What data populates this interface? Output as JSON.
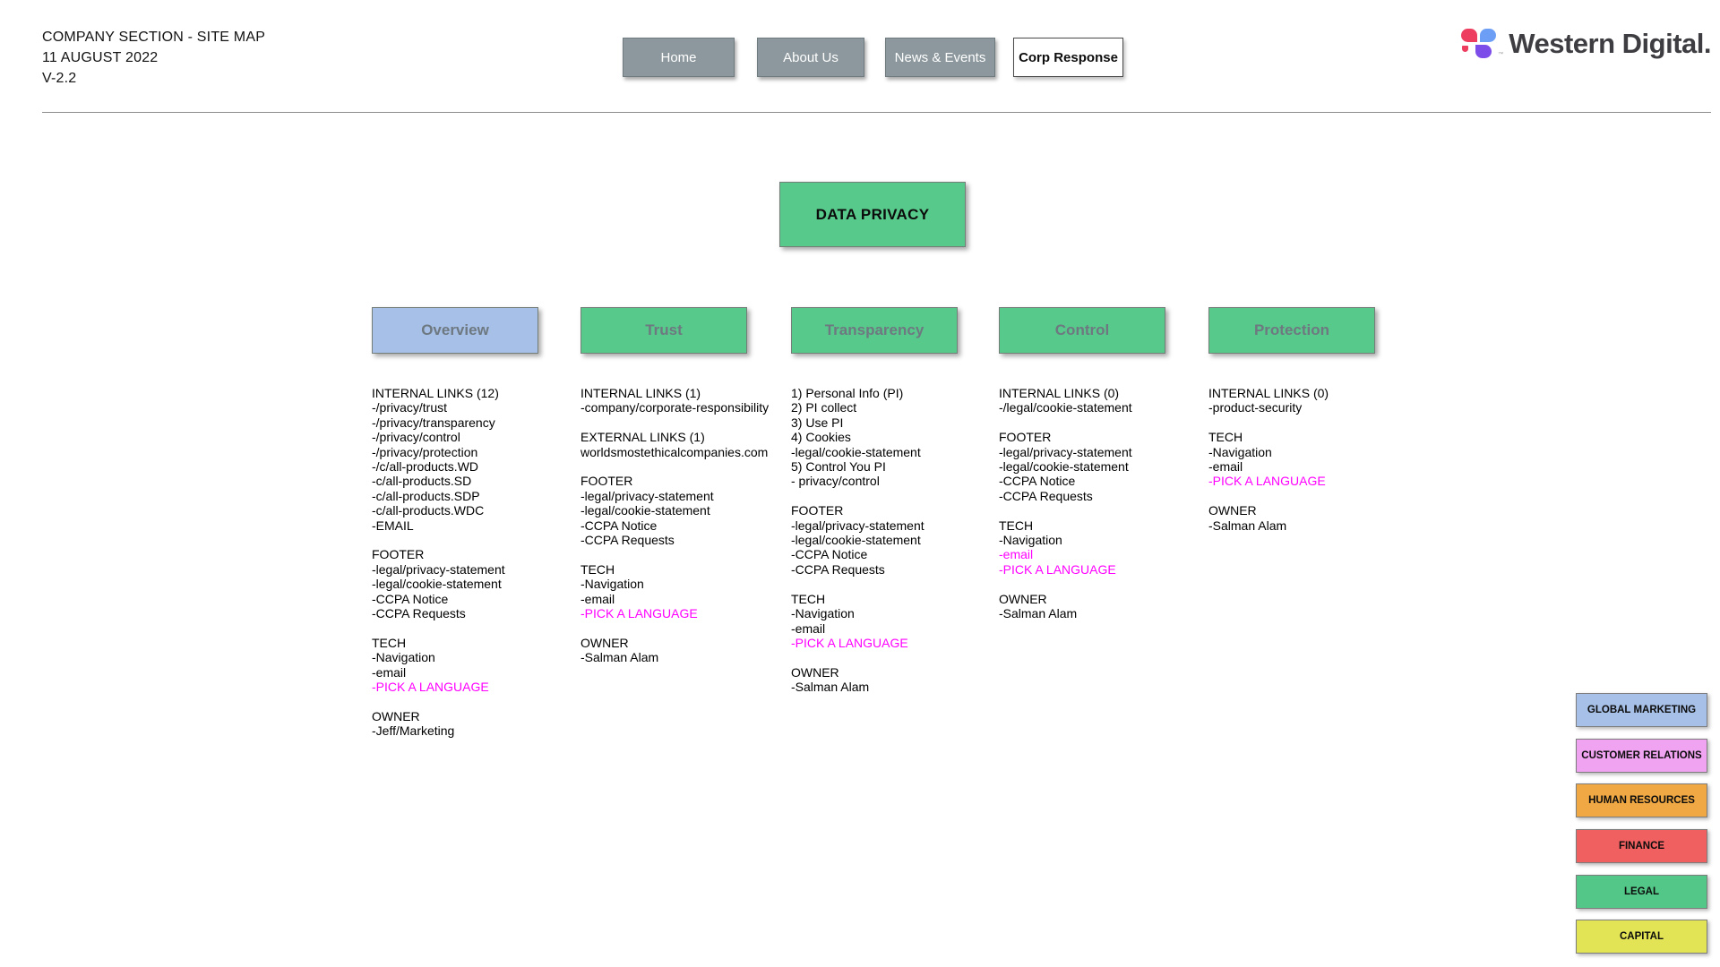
{
  "meta": {
    "title_line1": "COMPANY SECTION - SITE MAP",
    "title_line2": "11 AUGUST 2022",
    "title_line3": "V-2.2"
  },
  "nav": {
    "home": "Home",
    "about": "About Us",
    "news": "News & Events",
    "corp": "Corp Response"
  },
  "brand": {
    "name": "Western Digital.",
    "trademark": "™",
    "mark_colors": {
      "pink": "#ed3e5f",
      "blue": "#6d9ef5",
      "purple": "#7c4de8"
    }
  },
  "root_node": {
    "label": "DATA PRIVACY",
    "color": "#57c98b"
  },
  "accent": {
    "highlight_text": "#ff00ff",
    "nav_gray": "#8c989d"
  },
  "sections": [
    {
      "label": "Overview",
      "color": "#a6c0e8",
      "lines": [
        "INTERNAL LINKS (12)",
        "-/privacy/trust",
        "-/privacy/transparency",
        "-/privacy/control",
        "-/privacy/protection",
        "-/c/all-products.WD",
        "-c/all-products.SD",
        "-c/all-products.SDP",
        "-c/all-products.WDC",
        "-EMAIL",
        "",
        "FOOTER",
        "-legal/privacy-statement",
        "-legal/cookie-statement",
        "-CCPA Notice",
        "-CCPA Requests",
        "",
        "TECH",
        "-Navigation",
        "-email",
        {
          "t": "-PICK A LANGUAGE",
          "hl": true
        },
        "",
        "OWNER",
        "-Jeff/Marketing"
      ]
    },
    {
      "label": "Trust",
      "color": "#57c98b",
      "lines": [
        "INTERNAL LINKS (1)",
        "-company/corporate-responsibility",
        "",
        "EXTERNAL LINKS (1)",
        "worldsmostethicalcompanies.com",
        "",
        "FOOTER",
        "-legal/privacy-statement",
        "-legal/cookie-statement",
        "-CCPA Notice",
        "-CCPA Requests",
        "",
        "TECH",
        "-Navigation",
        "-email",
        {
          "t": "-PICK A LANGUAGE",
          "hl": true
        },
        "",
        "OWNER",
        "-Salman Alam"
      ]
    },
    {
      "label": "Transparency",
      "color": "#57c98b",
      "lines": [
        "1) Personal Info (PI)",
        "2) PI collect",
        "3) Use PI",
        "4) Cookies",
        "-legal/cookie-statement",
        "5) Control You PI",
        "- privacy/control",
        "",
        "FOOTER",
        "-legal/privacy-statement",
        "-legal/cookie-statement",
        "-CCPA Notice",
        "-CCPA Requests",
        "",
        "TECH",
        "-Navigation",
        "-email",
        {
          "t": "-PICK A LANGUAGE",
          "hl": true
        },
        "",
        "OWNER",
        "-Salman Alam"
      ]
    },
    {
      "label": "Control",
      "color": "#57c98b",
      "lines": [
        "INTERNAL LINKS (0)",
        "-/legal/cookie-statement",
        "",
        "FOOTER",
        "-legal/privacy-statement",
        "-legal/cookie-statement",
        "-CCPA Notice",
        "-CCPA Requests",
        "",
        "TECH",
        "-Navigation",
        {
          "t": "-email",
          "hl": true
        },
        {
          "t": "-PICK A LANGUAGE",
          "hl": true
        },
        "",
        "OWNER",
        "-Salman Alam"
      ]
    },
    {
      "label": "Protection",
      "color": "#57c98b",
      "lines": [
        "INTERNAL LINKS (0)",
        "-product-security",
        "",
        "TECH",
        "-Navigation",
        "-email",
        {
          "t": "-PICK A LANGUAGE",
          "hl": true
        },
        "",
        "OWNER",
        "-Salman Alam"
      ]
    }
  ],
  "legend": [
    {
      "label": "GLOBAL MARKETING",
      "color": "#a6c0e8"
    },
    {
      "label": "CUSTOMER RELATIONS",
      "color": "#f0a3f0"
    },
    {
      "label": "HUMAN RESOURCES",
      "color": "#efa843"
    },
    {
      "label": "FINANCE",
      "color": "#f06060"
    },
    {
      "label": "LEGAL",
      "color": "#52c787"
    },
    {
      "label": "CAPITAL",
      "color": "#e2e455"
    }
  ]
}
